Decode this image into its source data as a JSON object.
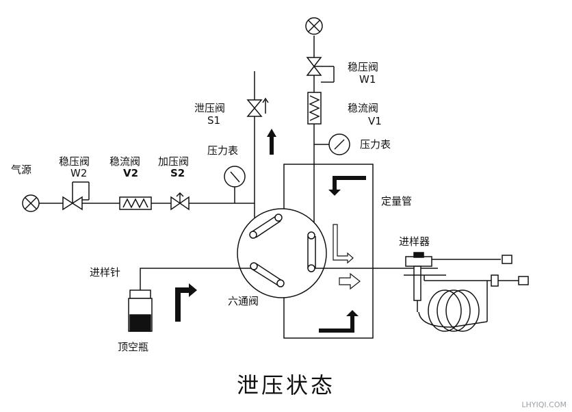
{
  "labels": {
    "gas_source": "气源",
    "regulator_w2": "稳压阀",
    "regulator_w2_code": "W2",
    "flow_valve_v2": "稳流阀",
    "flow_valve_v2_code": "V2",
    "pressurize_valve": "加压阀",
    "pressurize_valve_code": "S2",
    "pressure_gauge_left": "压力表",
    "relief_valve": "泄压阀",
    "relief_valve_code": "S1",
    "regulator_w1": "稳压阀",
    "regulator_w1_code": "W1",
    "flow_valve_v1": "稳流阀",
    "flow_valve_v1_code": "V1",
    "pressure_gauge_right": "压力表",
    "quant_loop": "定量管",
    "injector": "进样器",
    "sample_needle": "进样针",
    "six_way_valve": "六通阀",
    "headspace_vial": "顶空瓶"
  },
  "title": "泄压状态",
  "watermark": "LHYIQI.COM"
}
